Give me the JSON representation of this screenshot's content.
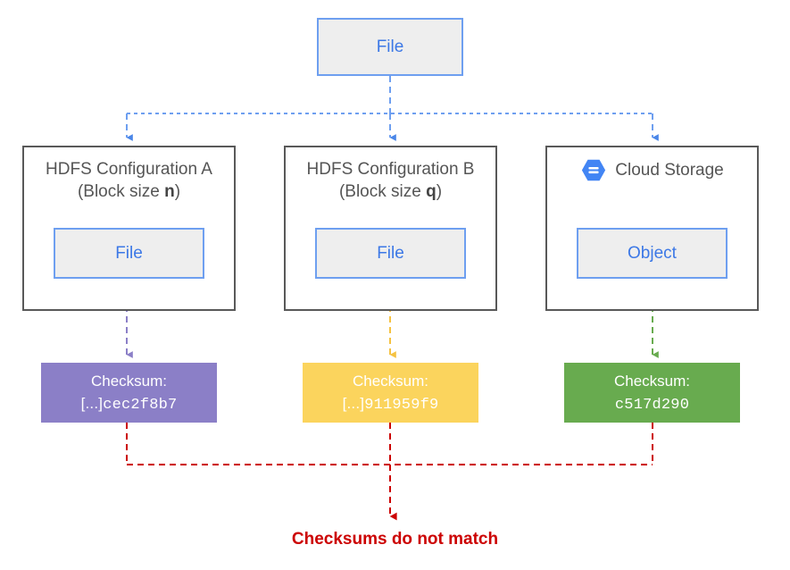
{
  "diagram": {
    "title_text": "Checksums do not match",
    "source": {
      "label": "File",
      "name": "source-file"
    },
    "stores": [
      {
        "id": "hdfs-a",
        "title_line1": "HDFS Configuration A",
        "title_line2_prefix": "(Block size ",
        "title_line2_bold": "n",
        "title_line2_suffix": ")",
        "inner_label": "File",
        "icon": null
      },
      {
        "id": "hdfs-b",
        "title_line1": "HDFS Configuration B",
        "title_line2_prefix": "(Block size ",
        "title_line2_bold": "q",
        "title_line2_suffix": ")",
        "inner_label": "File",
        "icon": null
      },
      {
        "id": "cloud-storage",
        "title_line1": "Cloud Storage",
        "title_line2_prefix": "",
        "title_line2_bold": "",
        "title_line2_suffix": "",
        "inner_label": "Object",
        "icon": "cloud-storage-icon"
      }
    ],
    "checksums": [
      {
        "id": "checksum-a",
        "label": "Checksum:",
        "ellipsis": "[...]",
        "hash": "cec2f8b7",
        "color": "#8b7fc7"
      },
      {
        "id": "checksum-b",
        "label": "Checksum:",
        "ellipsis": "[...]",
        "hash": "911959f9",
        "color": "#fbd45d"
      },
      {
        "id": "checksum-c",
        "label": "Checksum:",
        "ellipsis": "",
        "hash": "c517d290",
        "color": "#68ab4f"
      }
    ],
    "colors": {
      "source_arrow": "#6e9ff0",
      "arrow_a": "#8b7fc7",
      "arrow_b": "#f5c242",
      "arrow_c": "#68ab4f",
      "mismatch": "#cc0000",
      "card_fill": "#eeeeee",
      "card_border": "#6e9ff0",
      "card_text": "#3c78e6",
      "container_border": "#595959",
      "container_text": "#555555"
    }
  }
}
